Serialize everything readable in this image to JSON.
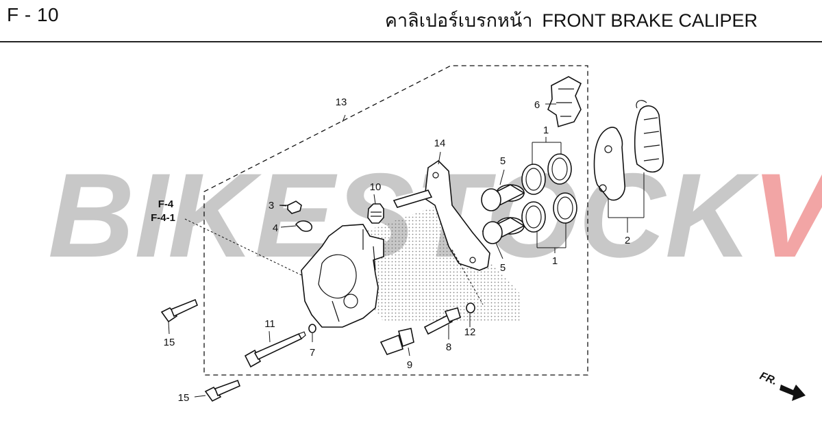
{
  "header": {
    "page_code": "F - 10",
    "title_thai": "คาลิเปอร์เบรกหน้า",
    "title_en": "FRONT BRAKE CALIPER"
  },
  "watermark": {
    "text_main": "BIKESTOCK",
    "text_accent": "VN",
    "color_main": "#c8c8c8",
    "color_accent": "#f2a5a5"
  },
  "reference_labels": [
    "F-4",
    "F-4-1"
  ],
  "callouts": {
    "c1a": "1",
    "c1b": "1",
    "c2": "2",
    "c3": "3",
    "c4": "4",
    "c5a": "5",
    "c5b": "5",
    "c6": "6",
    "c7": "7",
    "c8": "8",
    "c9": "9",
    "c10": "10",
    "c11": "11",
    "c12": "12",
    "c13": "13",
    "c14": "14",
    "c15a": "15",
    "c15b": "15"
  },
  "direction_marker": {
    "label": "FR.",
    "icon": "arrow-right-down-icon"
  }
}
